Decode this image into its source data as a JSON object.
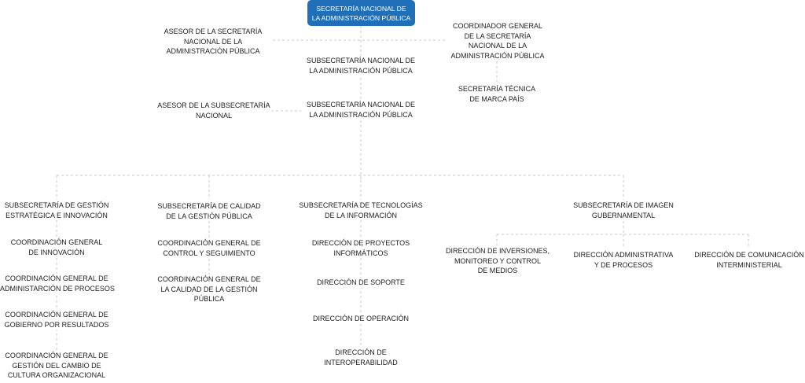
{
  "nodes": {
    "root": [
      "SECRETARÍA NACIONAL DE",
      "LA ADMINISTRACIÓN PÚBLICA"
    ],
    "asesor_secretaria": [
      "ASESOR DE LA SECRETARÍA",
      "NACIONAL DE LA",
      "ADMINISTRACIÓN PÚBLICA"
    ],
    "coordinador_general": [
      "COORDINADOR GENERAL",
      "DE LA SECRETARÍA",
      "NACIONAL DE LA",
      "ADMINISTRACIÓN PÚBLICA"
    ],
    "subsecretaria_1": [
      "SUBSECRETARÍA NACIONAL DE",
      "LA ADMINISTRACIÓN PÚBLICA"
    ],
    "secretaria_tecnica": [
      "SECRETARÍA TÉCNICA",
      "DE MARCA PAÍS"
    ],
    "asesor_subsecretaria": [
      "ASESOR DE LA SUBSECRETARÍA",
      "NACIONAL"
    ],
    "subsecretaria_2": [
      "SUBSECRETARÍA NACIONAL DE",
      "LA ADMINISTRACIÓN PÚBLICA"
    ],
    "gestion_estrategica": [
      "SUBSECRETARÍA DE GESTIÓN",
      "ESTRATÉGICA E INNOVACIÓN"
    ],
    "coord_innovacion": [
      "COORDINACIÓN GENERAL",
      "DE INNOVACIÓN"
    ],
    "coord_procesos": [
      "COORDINACIÓN GENERAL DE",
      "ADMINISTARCIÓN DE PROCESOS"
    ],
    "coord_gobierno": [
      "COORDINACIÓN GENERAL DE",
      "GOBIERNO POR RESULTADOS"
    ],
    "coord_cambio": [
      "COORDINACIÓN GENERAL DE",
      "GESTIÓN DEL CAMBIO DE",
      "CULTURA ORGANIZACIONAL"
    ],
    "calidad": [
      "SUBSECRETARÍA DE CALIDAD",
      "DE LA GESTIÓN PÚBLICA"
    ],
    "coord_control": [
      "COORDINACIÓN GENERAL DE",
      "CONTROL Y SEGUIMIENTO"
    ],
    "coord_calidad": [
      "COORDINACIÓN  GENERAL DE",
      "LA CALIDAD DE LA GESTIÓN",
      "PÚBLICA"
    ],
    "tecnologias": [
      "SUBSECRETARÍA DE TECNOLOGÍAS",
      "DE LA INFORMACIÓN"
    ],
    "dir_proyectos": [
      "DIRECCIÓN DE PROYECTOS",
      "INFORMÁTICOS"
    ],
    "dir_soporte": [
      "DIRECCIÓN DE SOPORTE"
    ],
    "dir_operacion": [
      "DIRECCIÓN DE OPERACIÓN"
    ],
    "dir_interoperabilidad": [
      "DIRECCIÓN DE",
      "INTEROPERABILIDAD"
    ],
    "imagen": [
      "SUBSECRETARÍA DE IMAGEN",
      "GUBERNAMENTAL"
    ],
    "dir_inversiones": [
      "DIRECCIÓN DE INVERSIONES,",
      "MONITOREO Y CONTROL",
      "DE MEDIOS"
    ],
    "dir_administrativa": [
      "DIRECCIÓN ADMINISTRATIVA",
      "Y DE PROCESOS"
    ],
    "dir_comunicacion": [
      "DIRECCIÓN DE COMUNICACIÓN",
      "INTERMINISTERIAL"
    ]
  },
  "colors": {
    "root_fill": "#1f6fb9",
    "connector": "#c8c8c8",
    "text": "#1e1e1e"
  }
}
